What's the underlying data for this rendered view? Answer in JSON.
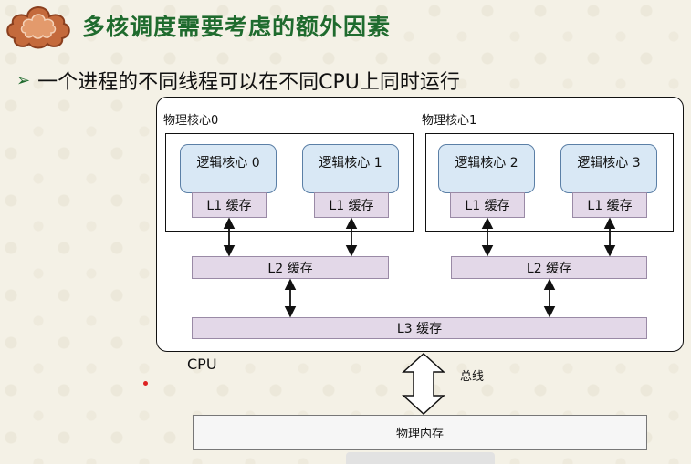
{
  "slide": {
    "title": "多核调度需要考虑的额外因素",
    "bullet": "一个进程的不同线程可以在不同CPU上同时运行"
  },
  "diagram": {
    "physical_cores": [
      {
        "label": "物理核心0",
        "logical_cores": [
          {
            "label": "逻辑核心 0",
            "l1": "L1 缓存"
          },
          {
            "label": "逻辑核心 1",
            "l1": "L1 缓存"
          }
        ],
        "l2": "L2 缓存"
      },
      {
        "label": "物理核心1",
        "logical_cores": [
          {
            "label": "逻辑核心 2",
            "l1": "L1 缓存"
          },
          {
            "label": "逻辑核心 3",
            "l1": "L1 缓存"
          }
        ],
        "l2": "L2 缓存"
      }
    ],
    "l3": "L3 缓存",
    "cpu_label": "CPU",
    "bus_label": "总线",
    "memory_label": "物理内存"
  },
  "colors": {
    "title": "#1f6b2e",
    "logical_core_fill": "#d9e8f5",
    "cache_fill": "#e3d8e8",
    "logo_fill": "#c46a3c"
  },
  "icons": {
    "logo": "cloud-emblem-icon",
    "bullet": "arrow-bullet-icon"
  }
}
